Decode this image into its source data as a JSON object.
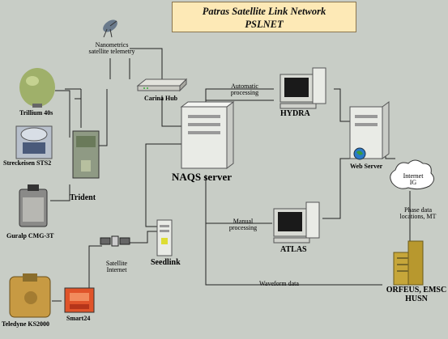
{
  "title": {
    "line1": "Patras Satellite Link Network",
    "line2": "PSLNET"
  },
  "labels": {
    "nanometrics": "Nanometrics",
    "satellite_telemetry": "satellite telemetry",
    "carina_hub": "Carina Hub",
    "trillium": "Trillium 40s",
    "streckeisen": "Streckeisen STS2",
    "trident": "Trident",
    "guralp": "Guralp CMG-3T",
    "teledyne": "Teledyne KS2000",
    "smart24": "Smart24",
    "satellite": "Satellite",
    "internet": "Internet",
    "seedlink": "Seedlink",
    "naqs_server": "NAQS server",
    "automatic": "Automatic",
    "processing_auto": "processing",
    "hydra": "HYDRA",
    "manual": "Manual",
    "processing_manual": "processing",
    "atlas": "ATLAS",
    "waveform_data": "Waveform data",
    "web_server": "Web Server",
    "internet_cloud_line1": "Internet",
    "internet_cloud_line2": "IG",
    "phase_data": "Phase data",
    "phase_locations": "locations, MT",
    "orfeus": "ORFEUS, EMSC",
    "husn": "HUSN"
  },
  "colors": {
    "background": "#c8cdc6",
    "title_fill": "#fde9b6",
    "line": "#222222",
    "computer_case": "#e9ebe6",
    "monitor_screen": "#1a1a1a",
    "smart24": "#e0542a",
    "teledyne": "#c79a43",
    "trillium": "#9fb06a",
    "building": "#c6a63a"
  },
  "icons": [
    "satellite-dish-icon",
    "hub-router-icon",
    "trillium-seismometer-icon",
    "sts2-seismometer-icon",
    "trident-digitizer-icon",
    "guralp-seismometer-icon",
    "teledyne-seismometer-icon",
    "smart24-digitizer-icon",
    "satellite-icon",
    "seedlink-computer-icon",
    "naqs-server-icon",
    "hydra-workstation-icon",
    "atlas-workstation-icon",
    "web-server-icon",
    "globe-icon",
    "internet-cloud-icon",
    "orfeus-building-icon"
  ]
}
